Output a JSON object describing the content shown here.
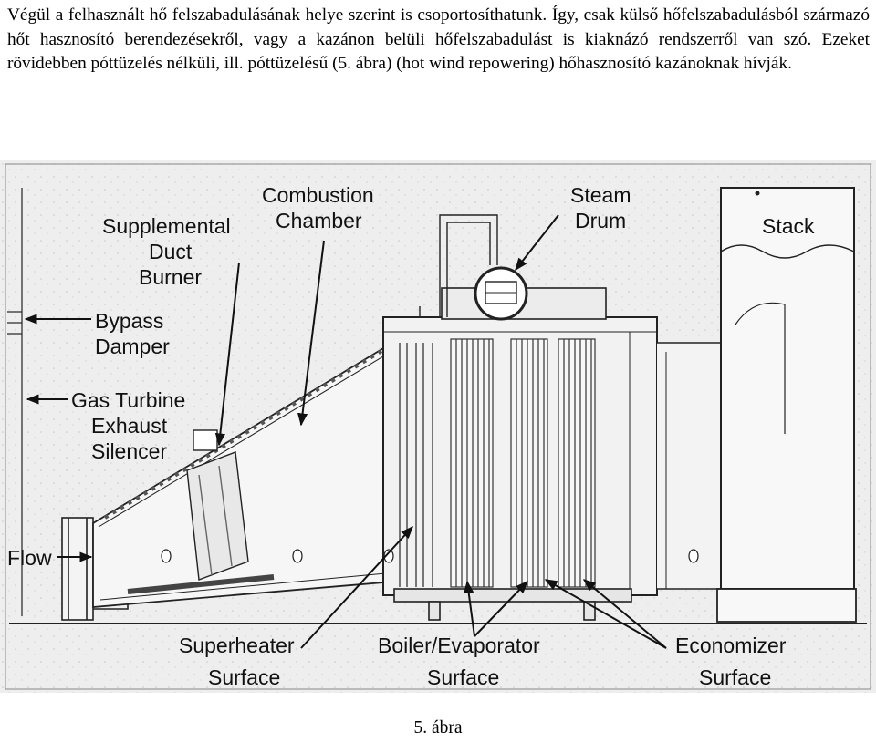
{
  "paragraph": "Végül a felhasznált hő felszabadulásának helye szerint is csoportosíthatunk. Így, csak külső hőfelszabadulásból származó hőt hasznosító berendezésekről, vagy a kazánon belüli hőfelszabadulást is kiaknázó rendszerről van szó. Ezeket rövidebben póttüzelés nélküli, ill. póttüzelésű (5. ábra) (hot wind repowering) hőhasznosító kazánoknak hívják.",
  "figure": {
    "labels": {
      "supplemental": [
        "Supplemental",
        "Duct",
        "Burner"
      ],
      "combustion": [
        "Combustion",
        "Chamber"
      ],
      "steam_drum": [
        "Steam",
        "Drum"
      ],
      "stack": "Stack",
      "bypass": [
        "Bypass",
        "Damper"
      ],
      "gas_turbine": [
        "Gas Turbine",
        "Exhaust",
        "Silencer"
      ],
      "flow": "Flow",
      "superheater": [
        "Superheater",
        "Surface"
      ],
      "boiler": [
        "Boiler/Evaporator",
        "Surface"
      ],
      "economizer": [
        "Economizer",
        "Surface"
      ]
    }
  },
  "caption": "5. ábra"
}
